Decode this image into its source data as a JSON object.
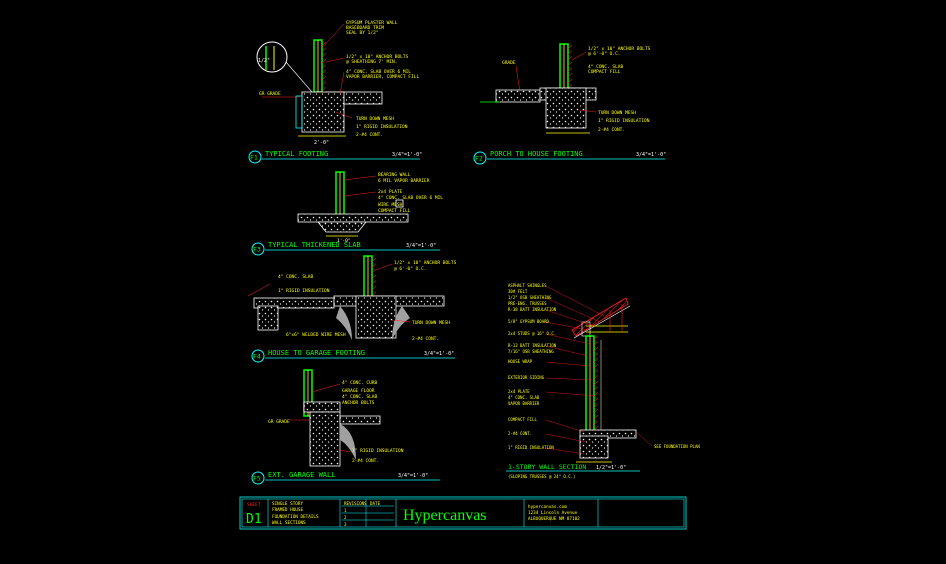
{
  "drawing": {
    "details": [
      {
        "id": "F1",
        "title": "TYPICAL FOOTING",
        "scale": "3/4\"=1'-0\""
      },
      {
        "id": "F2",
        "title": "PORCH TO HOUSE FOOTING",
        "scale": "3/4\"=1'-0\""
      },
      {
        "id": "F3",
        "title": "TYPICAL THICKENED SLAB",
        "scale": "3/4\"=1'-0\""
      },
      {
        "id": "F4",
        "title": "HOUSE TO GARAGE FOOTING",
        "scale": "3/4\"=1'-0\""
      },
      {
        "id": "F5",
        "title": "EXT. GARAGE WALL",
        "scale": "3/4\"=1'-0\""
      }
    ],
    "wall_section": {
      "title": "1-STORY WALL SECTION",
      "scale": "1/2\"=1'-0\"",
      "note": "(SLOPING TRUSSES @ 24\" O.C.)"
    },
    "notes": {
      "f1": [
        "GYPSUM PLASTER WALL",
        "BASEBOARD TRIM",
        "SEAL BY 1/2\"",
        "1/2\" x 10\" ANCHOR BOLTS",
        "@ SHEATHING 7' MIN.",
        "4\" CONC. SLAB OVER 6 MIL",
        "VAPOR BARRIER, COMPACT FILL",
        "TURN DOWN MESH",
        "1\" RIGID INSULATION",
        "2-#4 CONT.",
        "2'-0\""
      ],
      "f2": [
        "GRADE",
        "1/2\" x 10\" ANCHOR BOLTS",
        "@ 6'-0\" O.C.",
        "4\" CONC. SLAB",
        "COMPACT FILL",
        "TURN DOWN MESH",
        "1\" RIGID INSULATION",
        "2-#4 CONT."
      ],
      "f3": [
        "BEARING WALL",
        "6 MIL VAPOR BARRIER",
        "2x4 PLATE",
        "4\" CONC. SLAB OVER 6 MIL",
        "WIRE MESH",
        "COMPACT FILL",
        "1'-0\""
      ],
      "f4": [
        "4\" CONC. SLAB",
        "1\" RIGID INSULATION",
        "1/2\" x 10\" ANCHOR BOLTS",
        "@ 6'-0\" O.C.",
        "TURN DOWN MESH",
        "2-#4 CONT.",
        "6\"x6\" WELDED WIRE MESH"
      ],
      "f5": [
        "4\" CONC. CURB",
        "GARAGE FLOOR",
        "4\" CONC. SLAB",
        "ANCHOR BOLTS",
        "1\" RIGID INSULATION",
        "2-#4 CONT."
      ],
      "ws": [
        "ASPHALT SHINGLES",
        "30# FELT",
        "1/2\" OSB SHEATHING",
        "PRE-ENG. TRUSSES",
        "R-38 BATT INSULATION",
        "5/8\" GYPSUM BOARD",
        "2x4 STUDS @ 16\" O.C.",
        "R-13 BATT INSULATION",
        "7/16\" OSB SHEATHING",
        "HOUSE WRAP",
        "EXTERIOR SIDING",
        "2x4 PLATE",
        "4\" CONC. SLAB",
        "VAPOR BARRIER",
        "COMPACT FILL",
        "2-#4 CONT.",
        "1\" RIGID INSULATION",
        "SEE FOUNDATION PLAN"
      ]
    }
  },
  "title_block": {
    "sheet_label": "SHEET",
    "sheet_number": "D1",
    "project_lines": [
      "SINGLE STORY",
      "FRAMED HOUSE",
      "FOUNDATION DETAILS",
      "WALL SECTIONS"
    ],
    "revisions_label": "REVISIONS",
    "date_label": "DATE",
    "rev_rows": [
      "1",
      "2",
      "3"
    ],
    "brand": "Hypercanvas",
    "company_lines": [
      "hypercanvas.com",
      "1234 Lincoln Avenue",
      "ALBUQUERQUE NM 87102"
    ]
  },
  "colors": {
    "background": "#000000",
    "green": "#00ff00",
    "cyan": "#00ffff",
    "red": "#ff2020",
    "yellow": "#ffff00",
    "white": "#ffffff",
    "gray": "#9a9a9a"
  }
}
